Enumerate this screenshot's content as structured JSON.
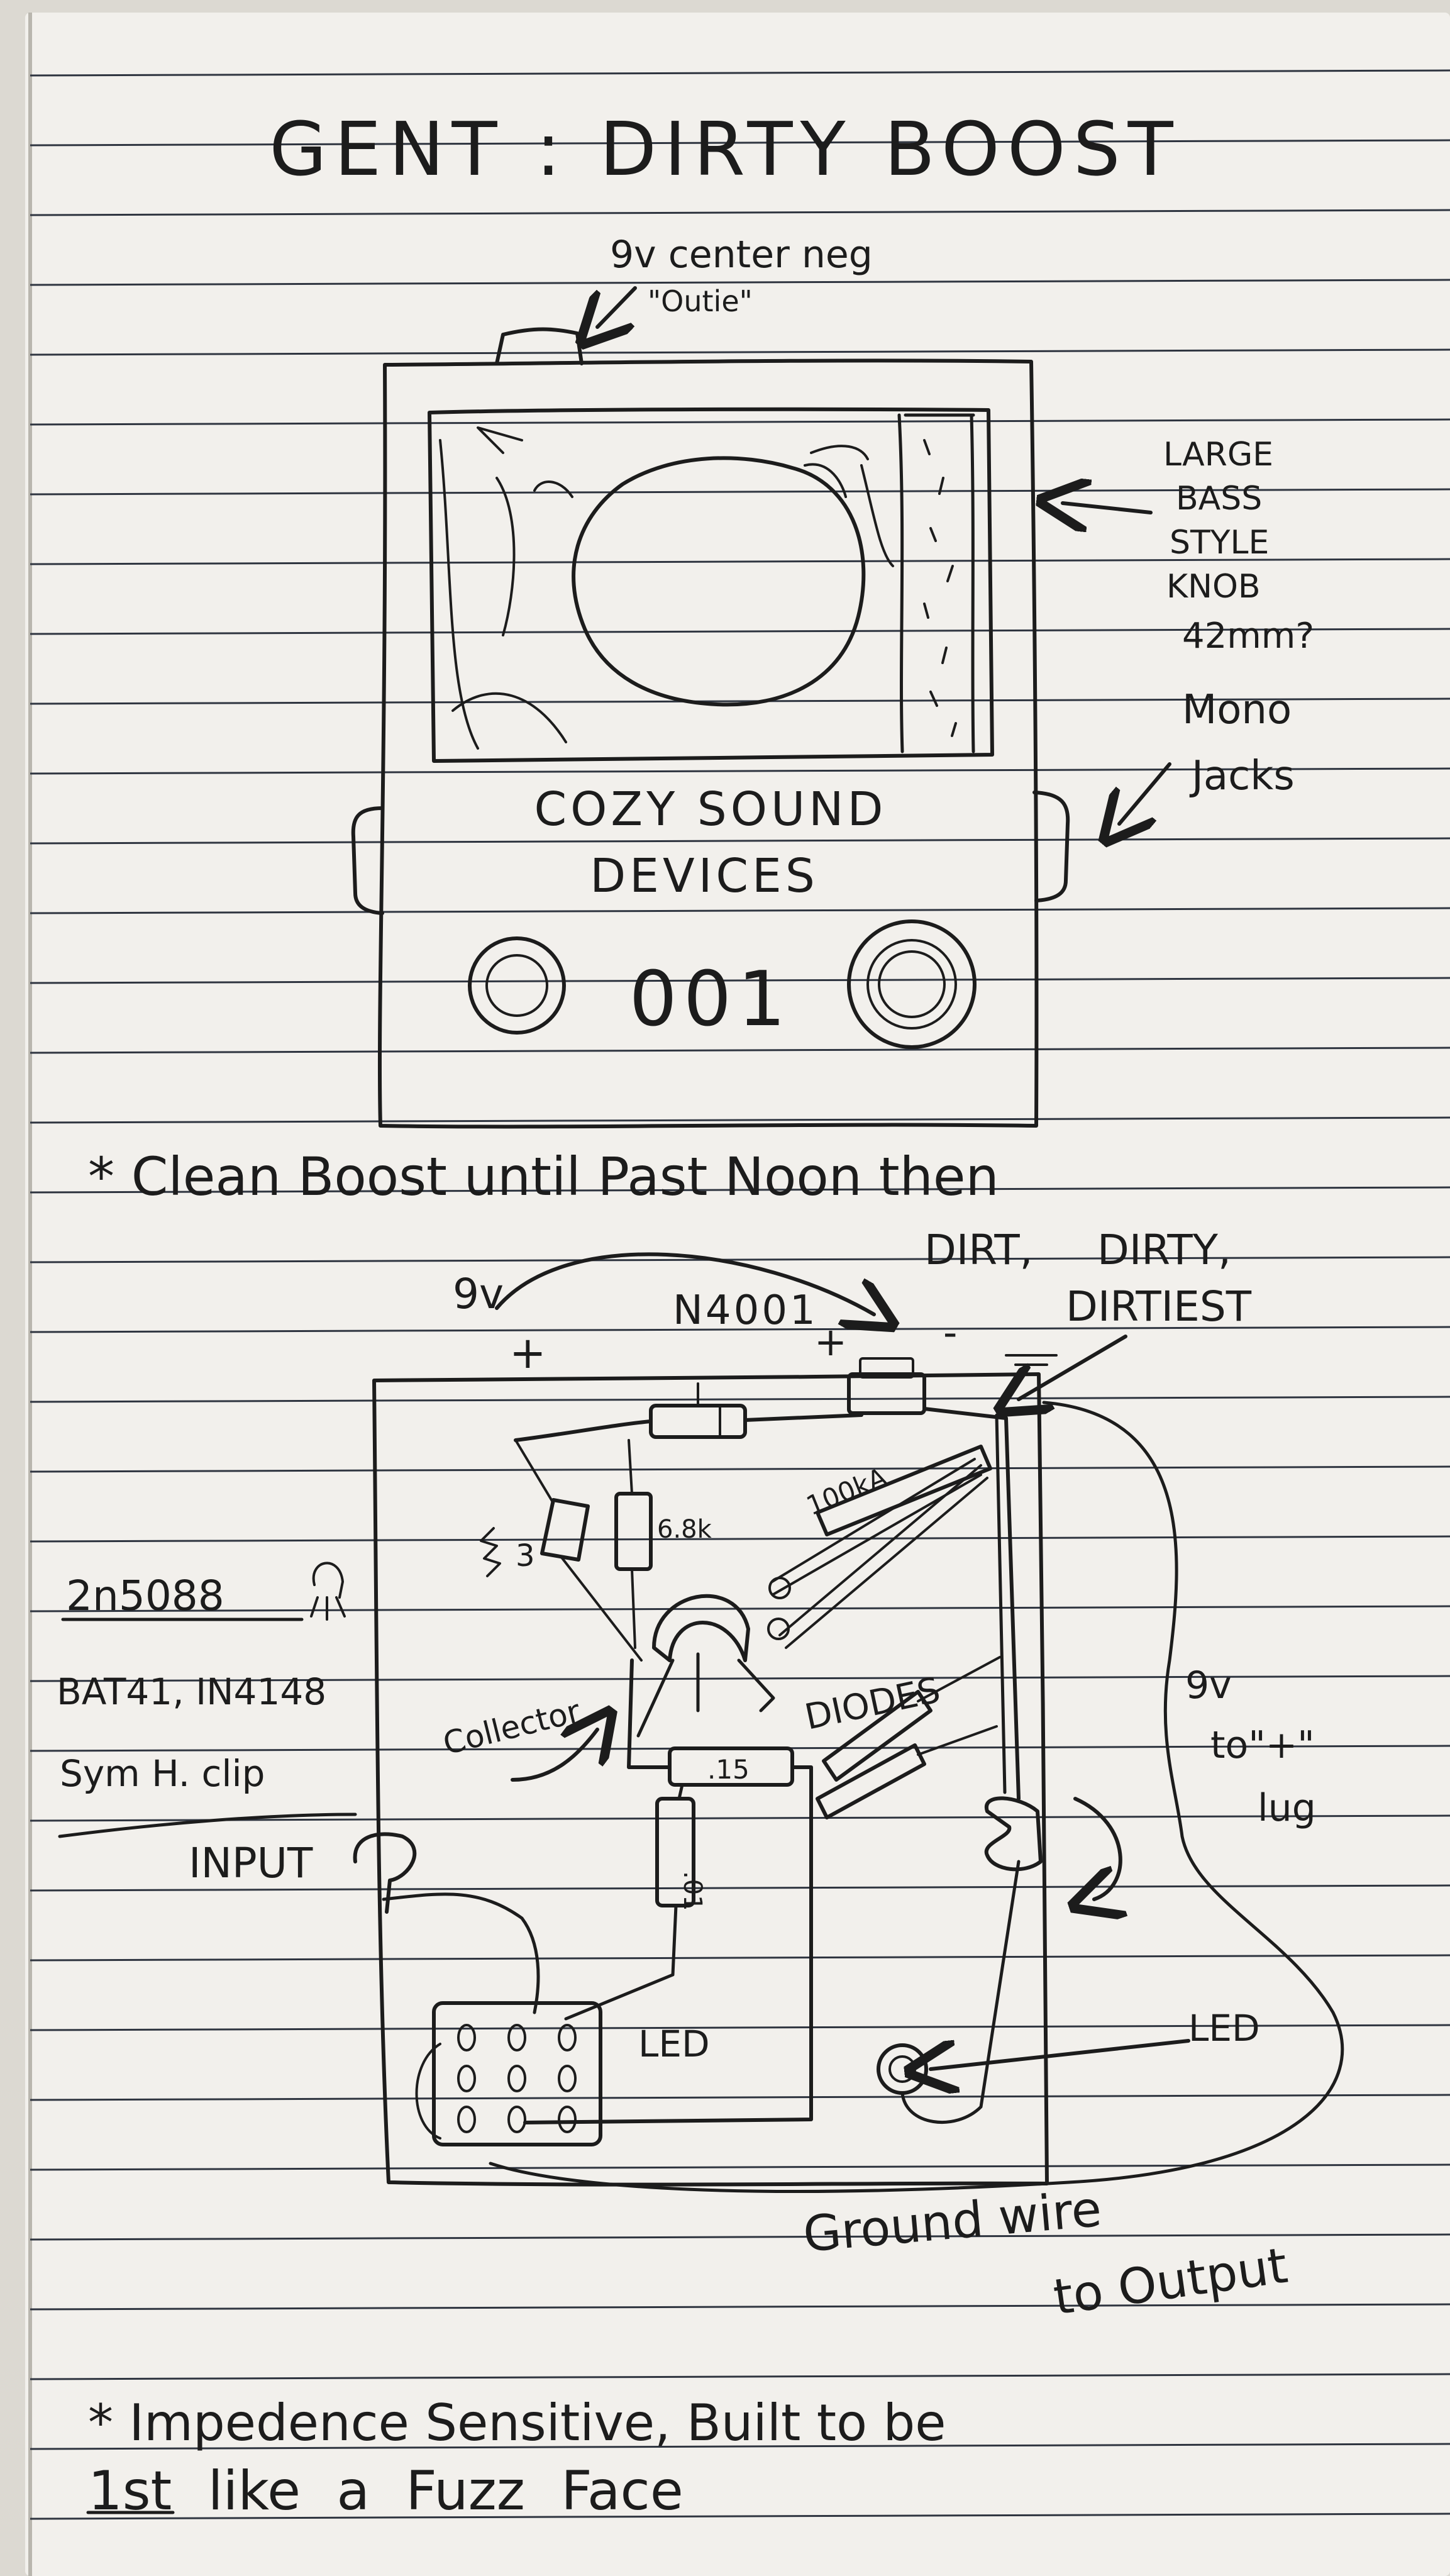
{
  "page": {
    "title": "GENT : DIRTY BOOST",
    "paper_color": "#f2f0ec",
    "rule_color": "#2f3540",
    "ink_color": "#1c1c1c"
  },
  "pedal": {
    "power_label_1": "9v center neg",
    "power_label_2": "\"Outie\"",
    "knob_note": [
      "LARGE",
      "BASS",
      "STYLE",
      "KNOB",
      "42mm?"
    ],
    "jacks_note": [
      "Mono",
      "Jacks"
    ],
    "brand": [
      "COZY SOUND",
      "DEVICES"
    ],
    "serial": "001"
  },
  "notes": {
    "clean_boost_1": "* Clean Boost until Past Noon then",
    "clean_boost_2": [
      "DIRT,",
      "DIRTY,",
      "DIRTIEST"
    ],
    "impedance_1": "* Impedence Sensitive, Built to be",
    "impedance_2": "1st like a Fuzz Face"
  },
  "schematic": {
    "power_9v": "9v",
    "plus_1": "+",
    "diode": "N4001",
    "plus_2": "+",
    "minus": "-",
    "resistor_3": "3",
    "resistor_68k": "6.8k",
    "resistor_100k": "100kA",
    "transistor": "2n5088",
    "clip_diodes": "BAT41, IN4148",
    "clip_type": "Sym H. clip",
    "input": "INPUT",
    "collector": "Collector",
    "cap_15": ".15",
    "cap_01": ".01",
    "diodes": "DIODES",
    "led_1": "LED",
    "led_2": "LED",
    "lug_note": [
      "9v",
      "to\"+\"",
      "lug"
    ],
    "ground_note": [
      "Ground wire",
      "to Output"
    ]
  }
}
